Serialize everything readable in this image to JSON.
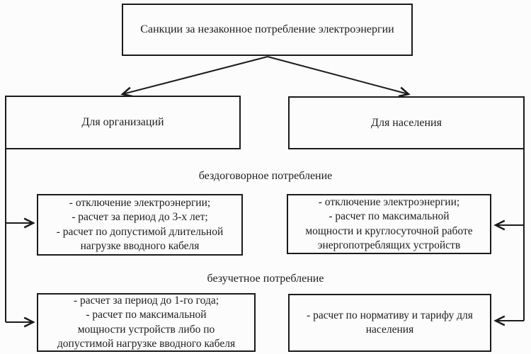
{
  "diagram": {
    "title": "Санкции за незаконное потребление электроэнергии",
    "branches": [
      {
        "label": "Для организаций"
      },
      {
        "label": "Для населения"
      }
    ],
    "sections": [
      {
        "label": "бездоговорное потребление",
        "organizations": "- отключение электроэнергии;\n- расчет за период до 3-х лет;\n- расчет по допустимой длительной\nнагрузке вводного кабеля",
        "population": "- отключение электроэнергии;\n- расчет по максимальной\nмощности и круглосуточной работе\nэнергопотреблящих устройств"
      },
      {
        "label": "безучетное потребление",
        "organizations": "- расчет за период до 1-го года;\n- расчет по максимальной\nмощности устройств либо по\nдопустимой нагрузке вводного кабеля",
        "population": "- расчет по нормативу и тарифу для\nнаселения"
      }
    ],
    "colors": {
      "border": "#1b1b1b",
      "background": "#fcfcfc",
      "text": "#1c1c1c"
    }
  }
}
